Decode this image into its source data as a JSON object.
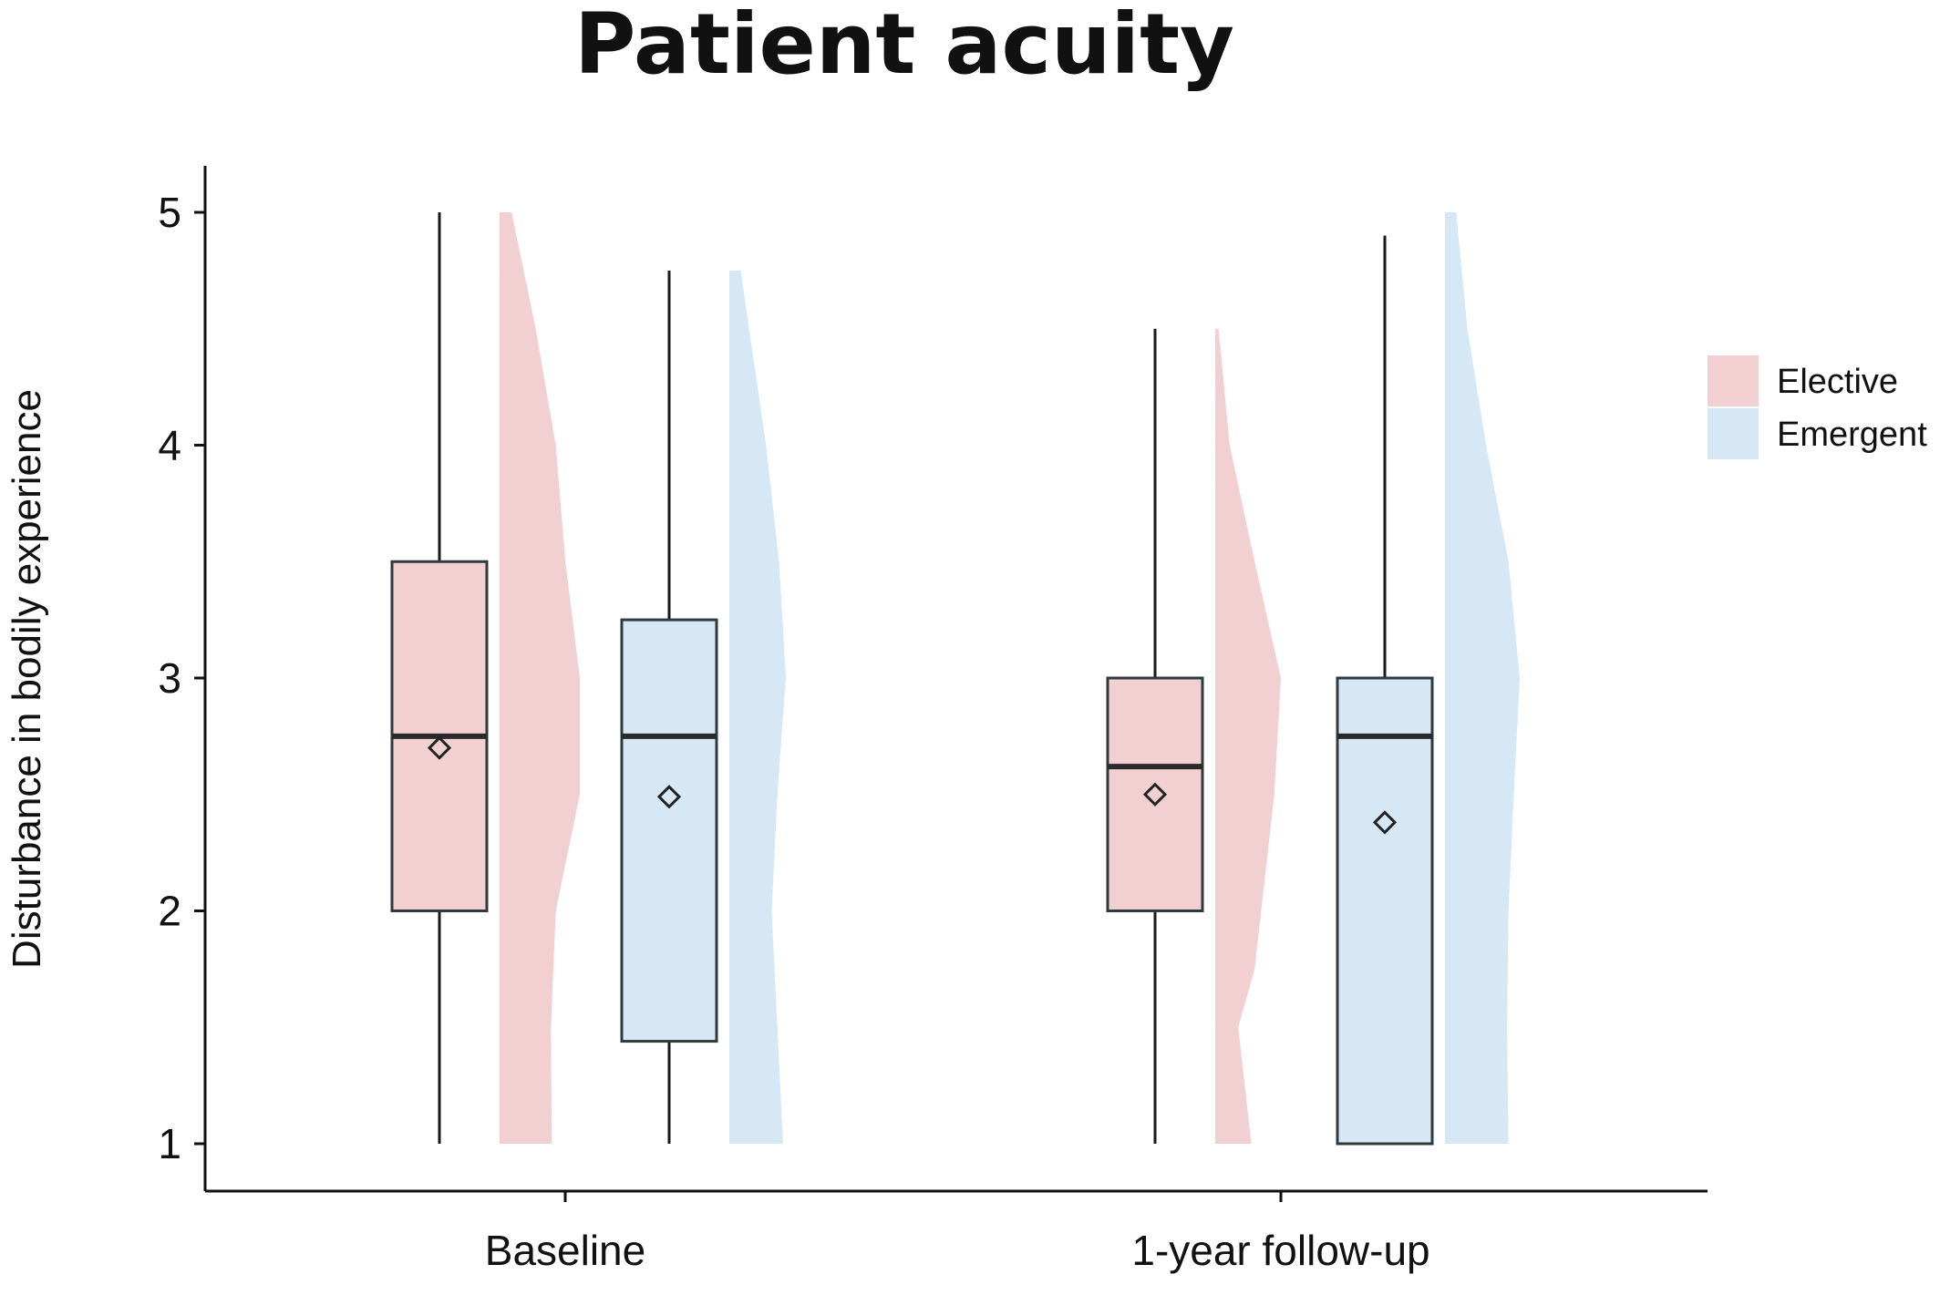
{
  "chart_data": {
    "type": "raincloud-boxplot",
    "title": "Patient acuity",
    "ylabel": "Disturbance in bodily experience",
    "xlabel": "",
    "ylim": [
      1,
      5
    ],
    "yticks": [
      1,
      2,
      3,
      4,
      5
    ],
    "grid": false,
    "legend_position": "right",
    "categories": [
      "Baseline",
      "1-year follow-up"
    ],
    "series": [
      {
        "name": "Elective",
        "color": "#f2d0d2",
        "boxes": [
          {
            "category": "Baseline",
            "min": 1.0,
            "q1": 2.0,
            "median": 2.75,
            "q3": 3.5,
            "max": 5.0,
            "mean": 2.7
          },
          {
            "category": "1-year follow-up",
            "min": 1.0,
            "q1": 2.0,
            "median": 2.62,
            "q3": 3.0,
            "max": 4.5,
            "mean": 2.5
          }
        ],
        "density": [
          {
            "category": "Baseline",
            "points": [
              [
                1.0,
                0.65
              ],
              [
                1.5,
                0.64
              ],
              [
                2.0,
                0.7
              ],
              [
                2.5,
                1.0
              ],
              [
                3.0,
                1.0
              ],
              [
                3.5,
                0.82
              ],
              [
                4.0,
                0.7
              ],
              [
                4.5,
                0.45
              ],
              [
                5.0,
                0.15
              ]
            ]
          },
          {
            "category": "1-year follow-up",
            "points": [
              [
                1.0,
                0.55
              ],
              [
                1.25,
                0.45
              ],
              [
                1.5,
                0.35
              ],
              [
                1.75,
                0.6
              ],
              [
                2.0,
                0.7
              ],
              [
                2.5,
                0.9
              ],
              [
                3.0,
                1.0
              ],
              [
                3.5,
                0.6
              ],
              [
                4.0,
                0.22
              ],
              [
                4.5,
                0.05
              ]
            ]
          }
        ]
      },
      {
        "name": "Emergent",
        "color": "#d6e8f6",
        "boxes": [
          {
            "category": "Baseline",
            "min": 1.0,
            "q1": 1.44,
            "median": 2.75,
            "q3": 3.25,
            "max": 4.75,
            "mean": 2.49
          },
          {
            "category": "1-year follow-up",
            "min": 1.0,
            "q1": 1.0,
            "median": 2.75,
            "q3": 3.0,
            "max": 4.9,
            "mean": 2.38
          }
        ],
        "density": [
          {
            "category": "Baseline",
            "points": [
              [
                1.0,
                0.95
              ],
              [
                1.5,
                0.85
              ],
              [
                2.0,
                0.75
              ],
              [
                2.5,
                0.85
              ],
              [
                3.0,
                1.0
              ],
              [
                3.5,
                0.88
              ],
              [
                4.0,
                0.65
              ],
              [
                4.5,
                0.35
              ],
              [
                4.75,
                0.2
              ]
            ]
          },
          {
            "category": "1-year follow-up",
            "points": [
              [
                1.0,
                0.85
              ],
              [
                1.5,
                0.83
              ],
              [
                2.0,
                0.85
              ],
              [
                2.5,
                0.92
              ],
              [
                3.0,
                1.0
              ],
              [
                3.5,
                0.85
              ],
              [
                4.0,
                0.55
              ],
              [
                4.5,
                0.3
              ],
              [
                5.0,
                0.15
              ]
            ]
          }
        ]
      }
    ]
  }
}
